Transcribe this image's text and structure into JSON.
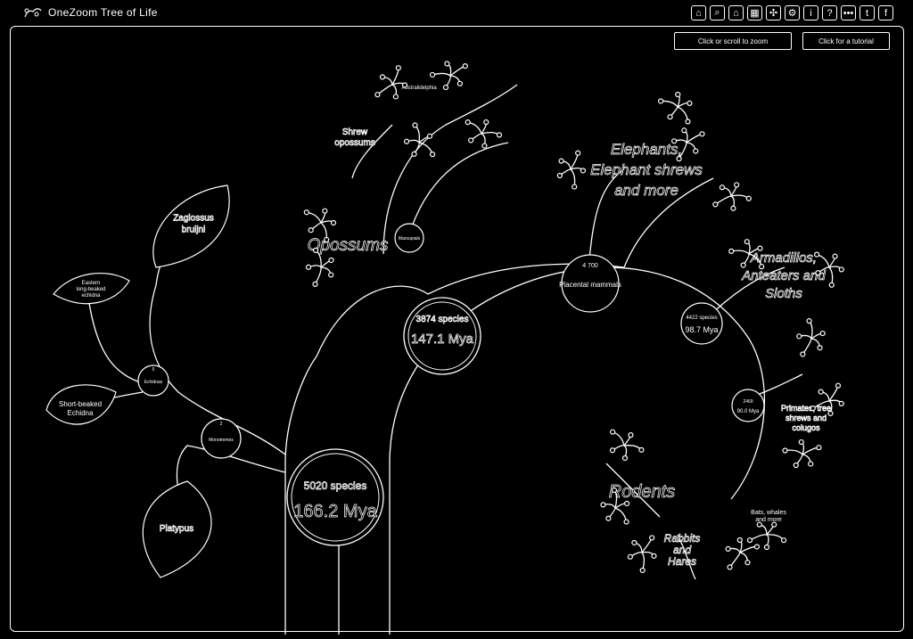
{
  "app": {
    "title": "OneZoom Tree of Life"
  },
  "toolbar": {
    "icons": [
      "home-icon",
      "search-icon",
      "house-icon",
      "grid-icon",
      "puzzle-icon",
      "settings-icon",
      "info-icon",
      "help-icon",
      "more-icon",
      "twitter-icon",
      "facebook-icon"
    ],
    "hint_zoom": "Click or scroll to zoom",
    "hint_tutorial": "Click for a tutorial"
  },
  "tree": {
    "root": {
      "species": "5020 species",
      "age": "166.2 Mya"
    },
    "node_theria": {
      "species": "3874 species",
      "age": "147.1 Mya"
    },
    "node_placental": {
      "label": "Placental mammals",
      "count": "4 700"
    },
    "node_xenarthra": {
      "species": "4422 species",
      "age": "98.7 Mya"
    },
    "node_glires": {
      "species": "2469",
      "age": "90.0 Mya"
    },
    "node_marsupials": {
      "label": "Marsupials"
    },
    "node_monotremes": {
      "label": "Monotremes"
    },
    "node_echidna": {
      "label": "Echidnas"
    },
    "node_zaglossus_count": "5",
    "node_mono_count": "2",
    "groups": {
      "opossums": "Opossums",
      "shrew_opossums": "Shrew\nopossums",
      "australidelphia": "Australidelphia",
      "afrotheria": "Elephants,\nElephant shrews\nand more",
      "xenarthra": "Armadillos,\nAnteaters and\nSloths",
      "euarchonta": "Primates, tree\nshrews and\ncolugos",
      "rodents": "Rodents",
      "lagomorphs": "Rabbits\nand\nHares",
      "laurasiatheria": "Bats, whales\nand more"
    },
    "leaves": {
      "zaglossus": "Zaglossus\nbruijni",
      "long_beaked": "Eastern\nlong-beaked\nechidna",
      "short_beaked": "Short-beaked\nEchidna",
      "platypus": "Platypus"
    }
  }
}
